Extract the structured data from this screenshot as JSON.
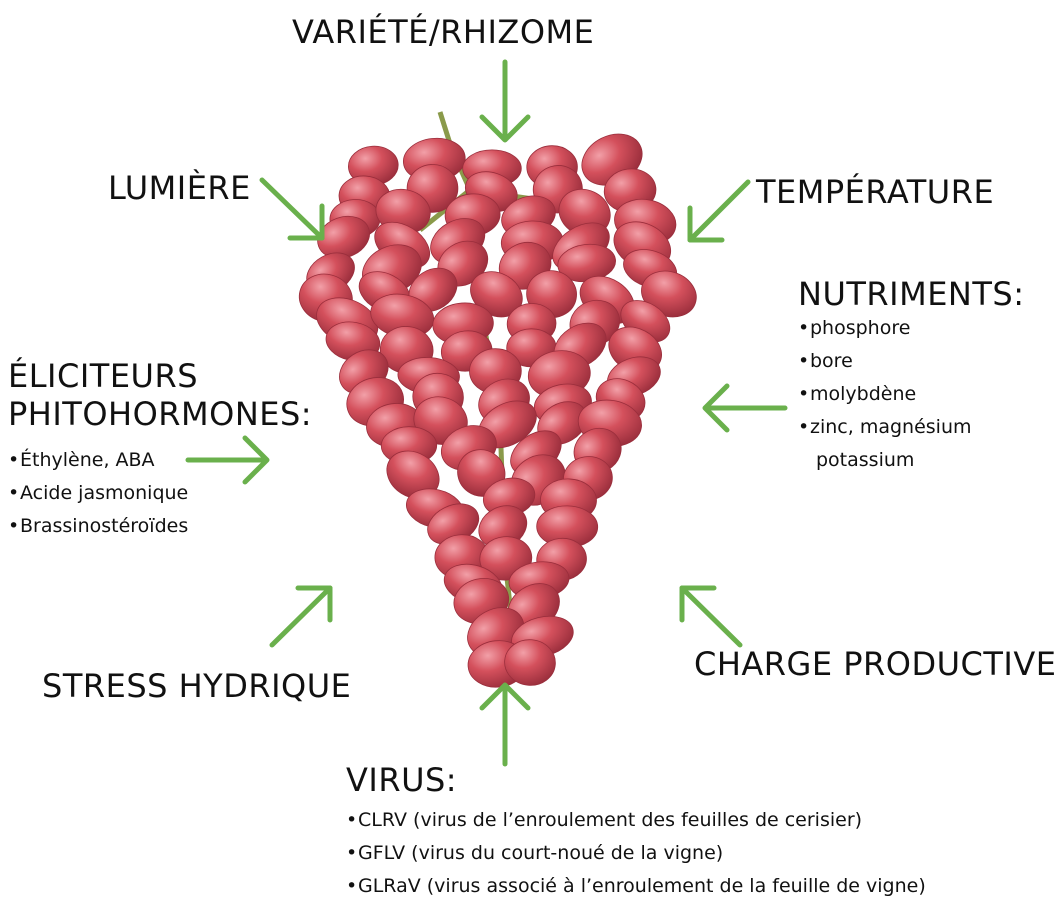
{
  "labels": {
    "variete": "VARIÉTÉ/RHIZOME",
    "lumiere": "LUMIÈRE",
    "temperature": "TEMPÉRATURE",
    "nutriments": "NUTRIMENTS:",
    "eliciteurs_line1": "ÉLICITEURS",
    "eliciteurs_line2": "PHITOHORMONES:",
    "stress": "STRESS HYDRIQUE",
    "charge": "CHARGE PRODUCTIVE",
    "virus": "VIRUS:"
  },
  "lists": {
    "nutriments": [
      "phosphore",
      "bore",
      "molybdène",
      "zinc, magnésium",
      "potassium"
    ],
    "eliciteurs": [
      "Éthylène, ABA",
      "Acide jasmonique",
      "Brassinostéroïdes"
    ],
    "virus": [
      "CLRV (virus de l’enroulement des feuilles de cerisier)",
      "GFLV (virus du court-noué de la vigne)",
      "GLRaV (virus associé à l’enroulement de la feuille de vigne)"
    ]
  },
  "colors": {
    "arrow": "#6ab04c",
    "grape": "#d4505c",
    "grape_highlight": "#f2a0a8",
    "grape_shadow": "#9a2e3c",
    "stem": "#8a9a4a",
    "text": "#111111"
  },
  "icons": {
    "bullet": "•"
  }
}
